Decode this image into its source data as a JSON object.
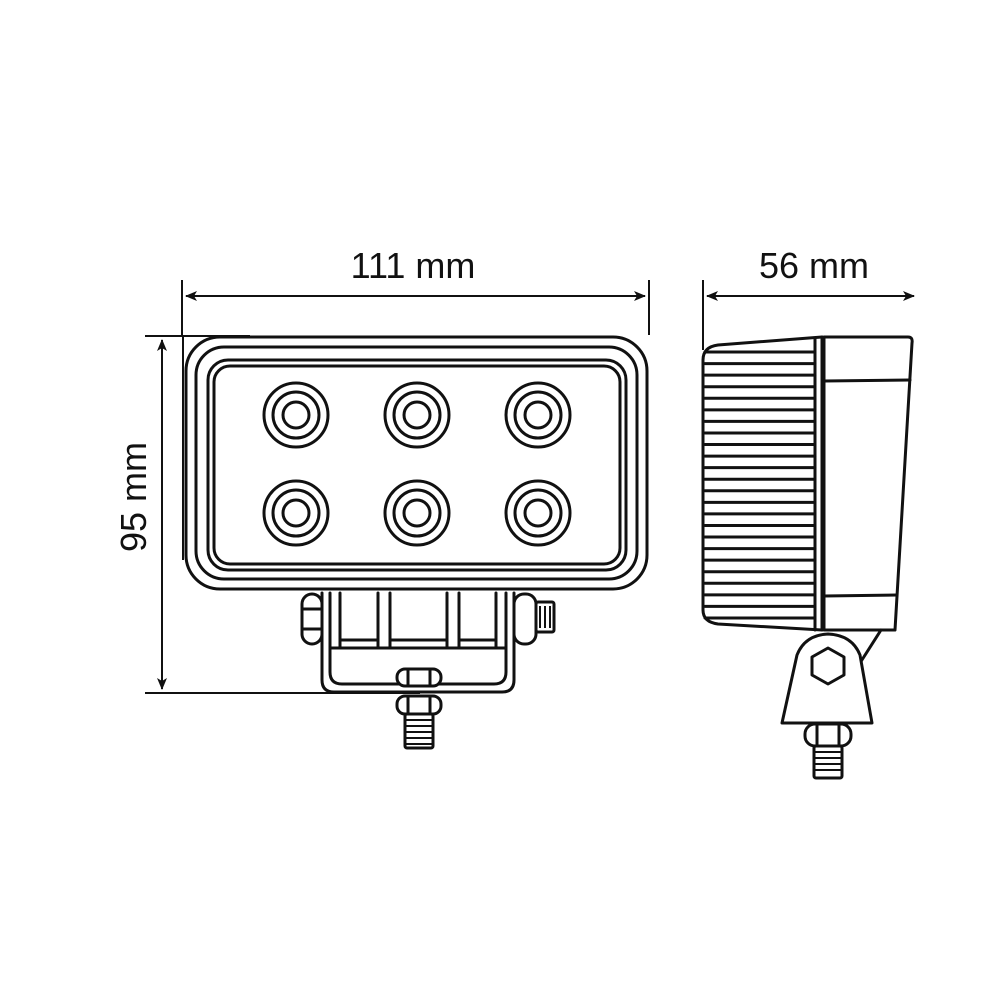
{
  "title": "LED work light dimension drawing",
  "dimensions": {
    "width": {
      "label": "111 mm",
      "value": 111,
      "unit": "mm"
    },
    "height": {
      "label": "95 mm",
      "value": 95,
      "unit": "mm"
    },
    "depth": {
      "label": "56 mm",
      "value": 56,
      "unit": "mm"
    }
  },
  "views": {
    "front": {
      "led_count": 6,
      "led_rows": 2,
      "led_cols": 3
    },
    "side": {
      "fin_count": 24
    }
  },
  "colors": {
    "line": "#111111",
    "background": "#ffffff"
  }
}
